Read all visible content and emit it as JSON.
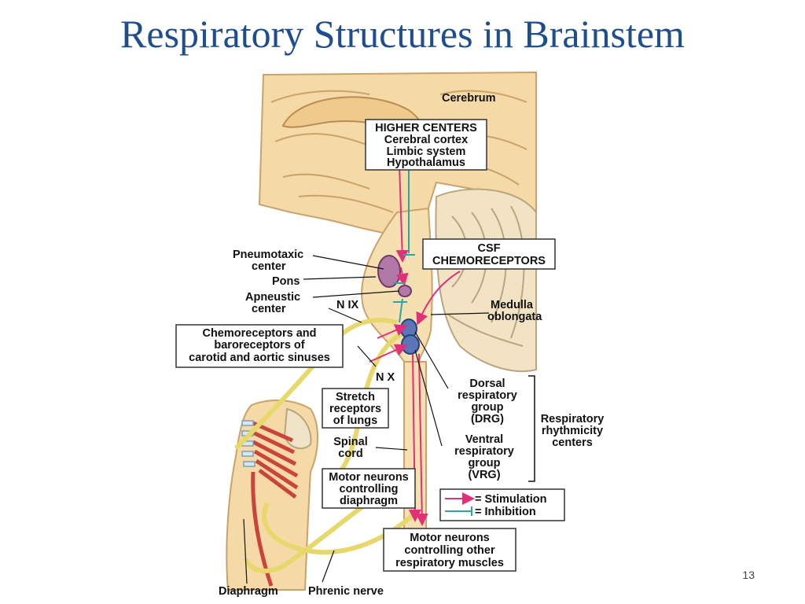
{
  "slide": {
    "title": "Respiratory Structures in Brainstem",
    "page_number": "13"
  },
  "labels": {
    "cerebrum": "Cerebrum",
    "higher_centers": [
      "HIGHER CENTERS",
      "Cerebral cortex",
      "Limbic system",
      "Hypothalamus"
    ],
    "csf_chemoreceptors": [
      "CSF",
      "CHEMORECEPTORS"
    ],
    "pneumotaxic_center": [
      "Pneumotaxic",
      "center"
    ],
    "pons": "Pons",
    "apneustic_center": [
      "Apneustic",
      "center"
    ],
    "n_ix": "N IX",
    "medulla_oblongata": [
      "Medulla",
      "oblongata"
    ],
    "chemoreceptors_box": [
      "Chemoreceptors and",
      "baroreceptors of",
      "carotid and aortic sinuses"
    ],
    "n_x": "N X",
    "dorsal_group": [
      "Dorsal",
      "respiratory",
      "group",
      "(DRG)"
    ],
    "ventral_group": [
      "Ventral",
      "respiratory",
      "group",
      "(VRG)"
    ],
    "rhythmicity_centers": [
      "Respiratory",
      "rhythmicity",
      "centers"
    ],
    "stretch_receptors": [
      "Stretch",
      "receptors",
      "of lungs"
    ],
    "spinal_cord": [
      "Spinal",
      "cord"
    ],
    "motor_diaphragm": [
      "Motor neurons",
      "controlling",
      "diaphragm"
    ],
    "motor_other": [
      "Motor neurons",
      "controlling other",
      "respiratory muscles"
    ],
    "diaphragm": "Diaphragm",
    "phrenic_nerve": "Phrenic nerve"
  },
  "legend": {
    "stimulation": "= Stimulation",
    "inhibition": "= Inhibition"
  },
  "colors": {
    "stimulation": "#e0307a",
    "inhibition": "#2aa5a8",
    "title": "#1f4e8c",
    "tissue": "#f5d9a6",
    "cerebellum": "#f1e3c4",
    "muscle": "#c9453b",
    "nerve": "#e6d86a"
  }
}
